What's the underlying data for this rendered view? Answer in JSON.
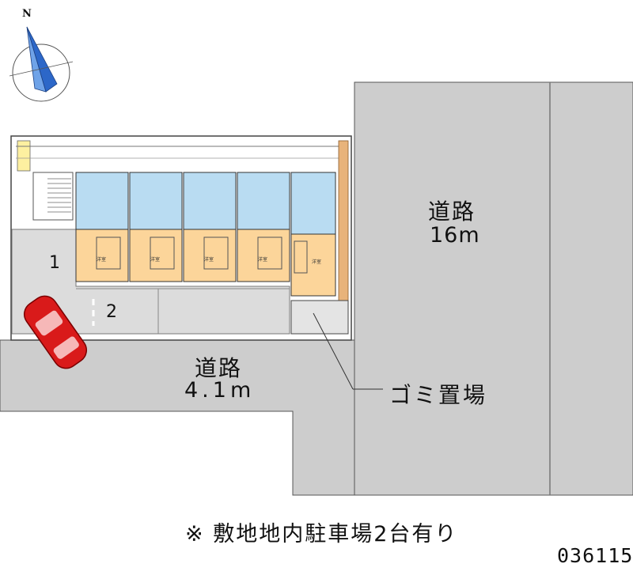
{
  "compass": {
    "north_label": "N",
    "icon": "compass-icon"
  },
  "roads": {
    "main": {
      "name": "道路",
      "width": "16m"
    },
    "side": {
      "name": "道路",
      "width": "4.1m"
    }
  },
  "parking": {
    "spots": [
      "1",
      "2"
    ]
  },
  "garbage_area": {
    "label": "ゴミ置場"
  },
  "rooms": {
    "label": "洋室",
    "count": 5
  },
  "note": "※ 敷地地内駐車場2台有り",
  "property_code": "036115",
  "colors": {
    "road_fill": "#cdcdcd",
    "site_fill": "#ffffff",
    "room_fill": "#fcd59a",
    "wet_area_fill": "#b9dcf2",
    "wall_fill": "#e8b37a",
    "car_fill": "#d91a1a",
    "outline": "#333333"
  }
}
